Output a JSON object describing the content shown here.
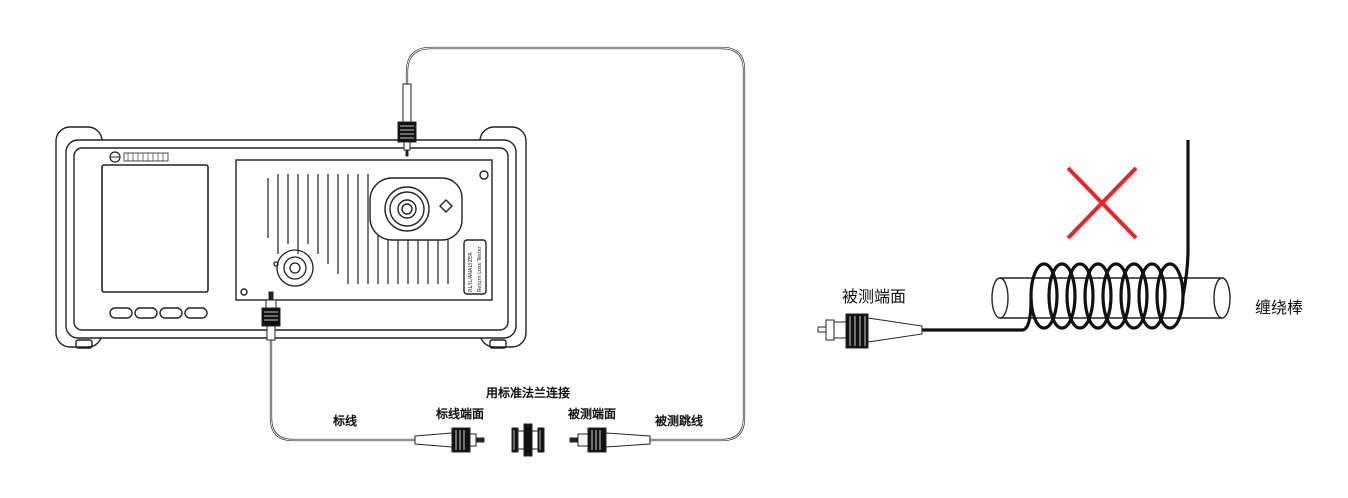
{
  "left_panel": {
    "labels": {
      "flange_connect": "用标准法兰连接",
      "ref_cable": "标线",
      "ref_cable_end": "标线端面",
      "test_end": "被测端面",
      "test_jumper": "被测跳线"
    },
    "device": {
      "model_label": "RL/IL/ANALYZER",
      "model_sub": "Return Loss Tester"
    }
  },
  "right_panel": {
    "labels": {
      "test_end": "被测端面",
      "winding_rod": "缠绕棒"
    },
    "forbidden_mark": "X",
    "forbidden_color": "#e8262a"
  }
}
